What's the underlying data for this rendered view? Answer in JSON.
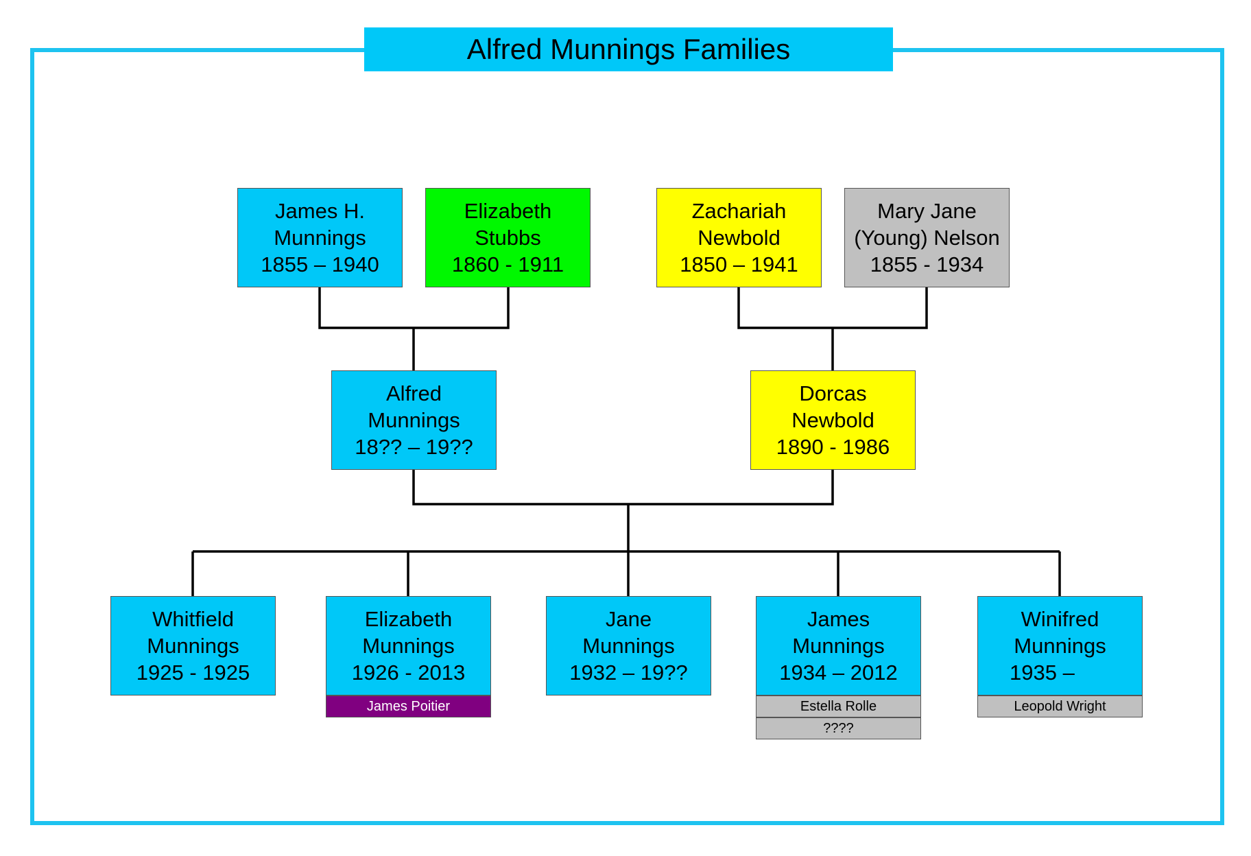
{
  "colors": {
    "frame": "#1ec3f0",
    "cyan": "#00c8f8",
    "green": "#00f800",
    "yellow": "#ffff00",
    "gray": "#c0c0c0",
    "purple": "#800080",
    "purple_text": "#ffffff"
  },
  "title": "Alfred Munnings Families",
  "people": {
    "james_h": {
      "line1": "James H.",
      "line2": "Munnings",
      "dates": "1855 – 1940"
    },
    "elizabeth_stubbs": {
      "line1": "Elizabeth",
      "line2": "Stubbs",
      "dates": "1860 - 1911"
    },
    "zachariah": {
      "line1": "Zachariah",
      "line2": "Newbold",
      "dates": "1850 – 1941"
    },
    "mary_jane": {
      "line1": "Mary Jane",
      "line2": "(Young) Nelson",
      "dates": "1855 - 1934"
    },
    "alfred": {
      "line1": "Alfred",
      "line2": "Munnings",
      "dates": "18?? – 19??"
    },
    "dorcas": {
      "line1": "Dorcas",
      "line2": "Newbold",
      "dates": "1890 - 1986"
    },
    "whitfield": {
      "line1": "Whitfield",
      "line2": "Munnings",
      "dates": "1925 - 1925"
    },
    "elizabeth_m": {
      "line1": "Elizabeth",
      "line2": "Munnings",
      "dates": "1926 - 2013"
    },
    "jane": {
      "line1": "Jane",
      "line2": "Munnings",
      "dates": "1932 – 19??"
    },
    "james_m": {
      "line1": "James",
      "line2": "Munnings",
      "dates": "1934 – 2012"
    },
    "winifred": {
      "line1": "Winifred",
      "line2": "Munnings",
      "dates": "1935 –"
    }
  },
  "spouses": {
    "elizabeth_m_spouse": "James Poitier",
    "james_m_spouse_1": "Estella Rolle",
    "james_m_spouse_2": "????",
    "winifred_spouse": "Leopold Wright"
  }
}
